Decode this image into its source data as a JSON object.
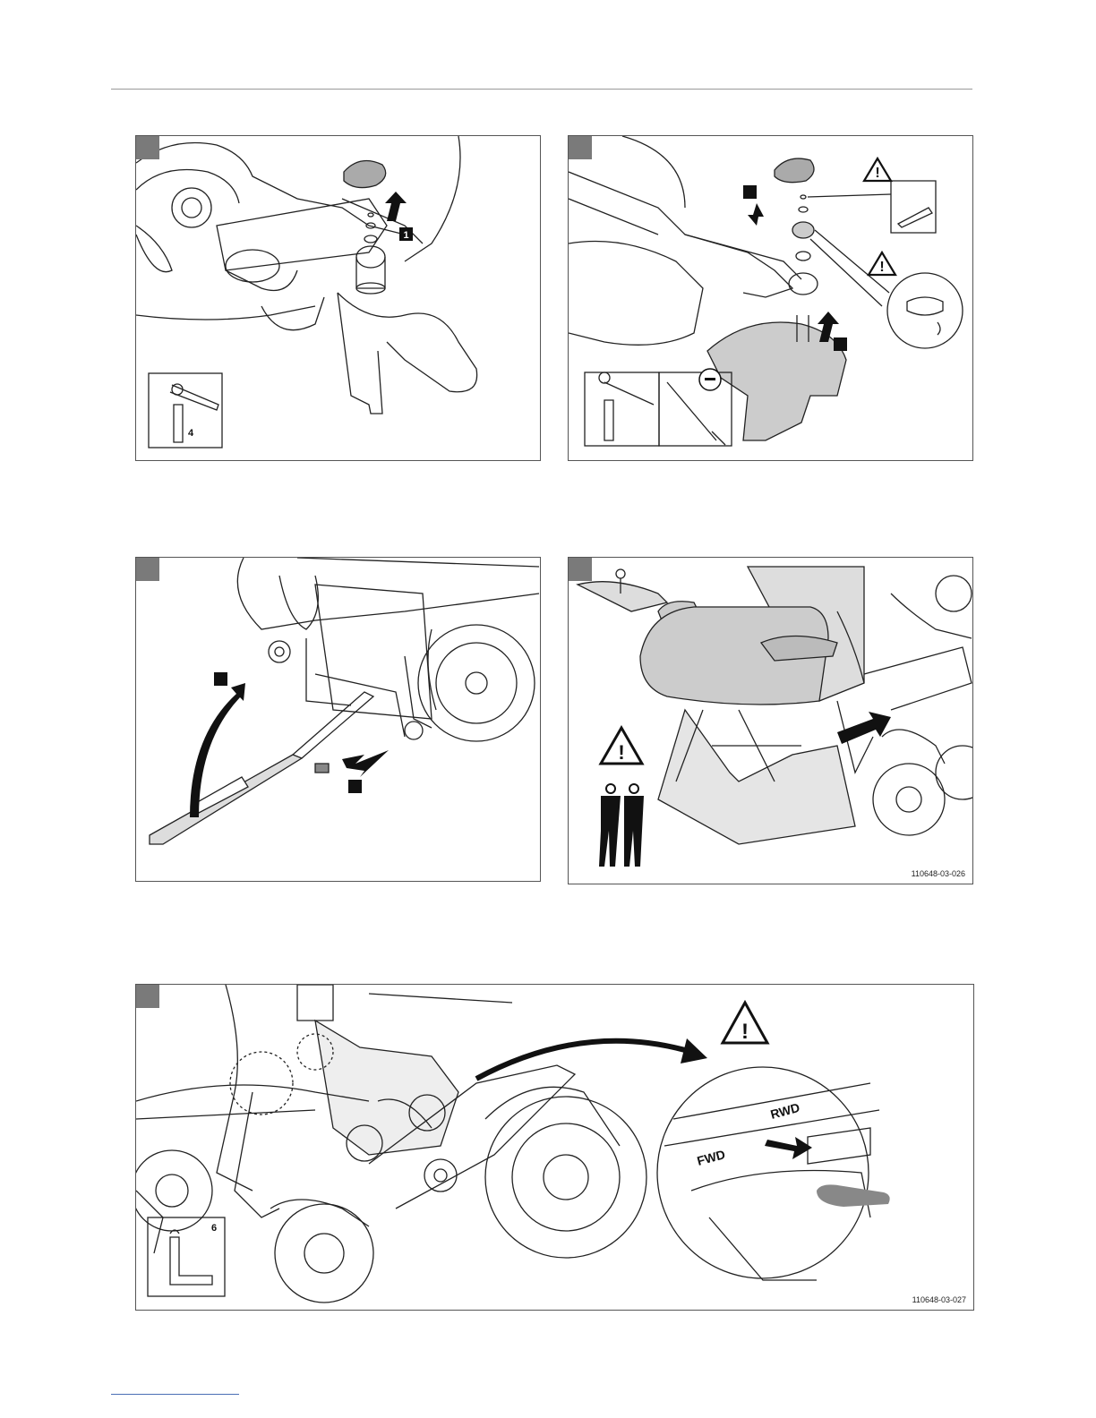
{
  "panels": {
    "p1": {
      "step_label": "1",
      "tool_size": "4"
    },
    "p2": {
      "step_label_a": "",
      "step_label_b": ""
    },
    "p3": {
      "step_label_a": "",
      "step_label_b": ""
    },
    "p4": {
      "image_code": "110648-03-026"
    },
    "p5": {
      "tool_size": "6",
      "fwd_label": "FWD",
      "rwd_label": "RWD",
      "image_code": "110648-03-027"
    }
  }
}
